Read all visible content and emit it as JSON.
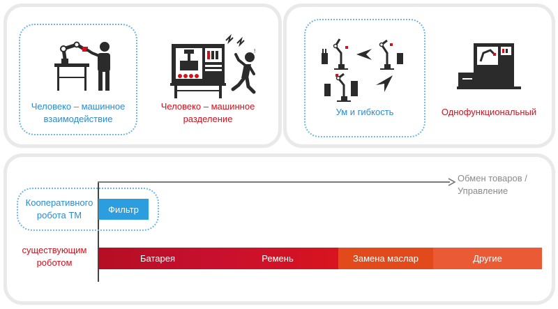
{
  "top_left": {
    "collab_label": "Человеко – машинное взаимодействие",
    "separation_label": "Человеко – машинное разделение"
  },
  "top_right": {
    "flex_label": "Ум и гибкость",
    "single_label": "Однофункциональный"
  },
  "timeline": {
    "axis_label": "Обмен товаров / Управление",
    "coop_label": "Кооперативного робота ТМ",
    "filter_label": "Фильтр",
    "existing_label": "существующим роботом",
    "segments": [
      {
        "label": "Батарея",
        "color": "#c8102e"
      },
      {
        "label": "Ремень",
        "color": "#d8141e"
      },
      {
        "label": "Замена маслар",
        "color": "#e24a1b"
      },
      {
        "label": "Другие",
        "color": "#ea5a35"
      }
    ]
  },
  "colors": {
    "blue": "#2a8bd4",
    "red": "#d3101c",
    "filter_bg": "#2c9ee0"
  }
}
